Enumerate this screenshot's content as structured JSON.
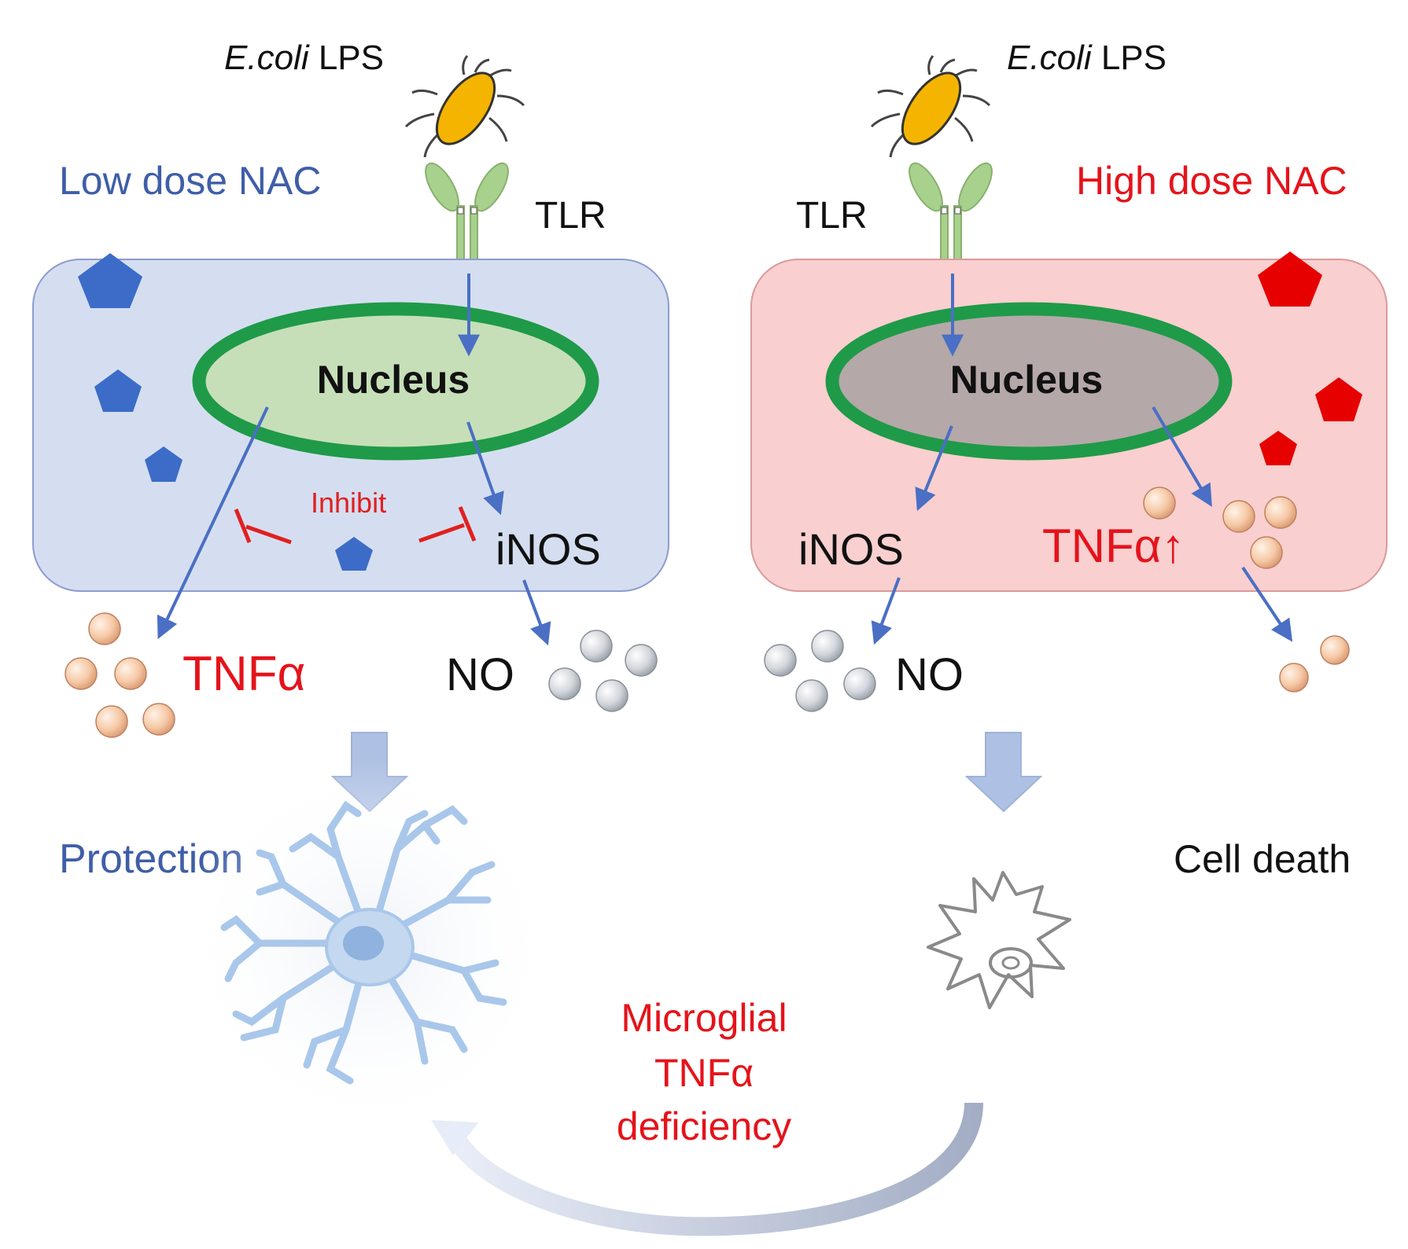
{
  "colors": {
    "low_cell_fill": "#d5def0",
    "low_cell_stroke": "#8c9ccc",
    "high_cell_fill": "#f9cfcf",
    "high_cell_stroke": "#d99a9a",
    "nucleus_ring": "#1f9a48",
    "low_nucleus_fill": "#c6dfb8",
    "high_nucleus_fill": "#b5a8a8",
    "pathway_arrow": "#4a6fc4",
    "inhibit": "#e02020",
    "blue_text": "#3f5ea8",
    "red_text": "#e5131b",
    "nac_low": "#3c6cc8",
    "nac_high": "#e60000",
    "receptor": "#a9d18e",
    "bacterium": "#f5b400",
    "big_arrow": "#aec1e4",
    "microglia_healthy": "#a9c7ea",
    "microglia_dead": "#8a8a8a"
  },
  "left": {
    "lps_italic": "E.coli",
    "lps_rest": " LPS",
    "nac_label": "Low dose NAC",
    "tlr_label": "TLR",
    "nucleus_label": "Nucleus",
    "inhibit_label": "Inhibit",
    "inos_label": "iNOS",
    "tnf_label": "TNFα",
    "no_label": "NO",
    "outcome_label": "Protection"
  },
  "right": {
    "lps_italic": "E.coli",
    "lps_rest": " LPS",
    "nac_label": "High dose NAC",
    "tlr_label": "TLR",
    "nucleus_label": "Nucleus",
    "inos_label": "iNOS",
    "tnf_label": "TNFα↑",
    "no_label": "NO",
    "outcome_label": "Cell death"
  },
  "bottom": {
    "line1": "Microglial",
    "line2": "TNFα",
    "line3": "deficiency"
  }
}
